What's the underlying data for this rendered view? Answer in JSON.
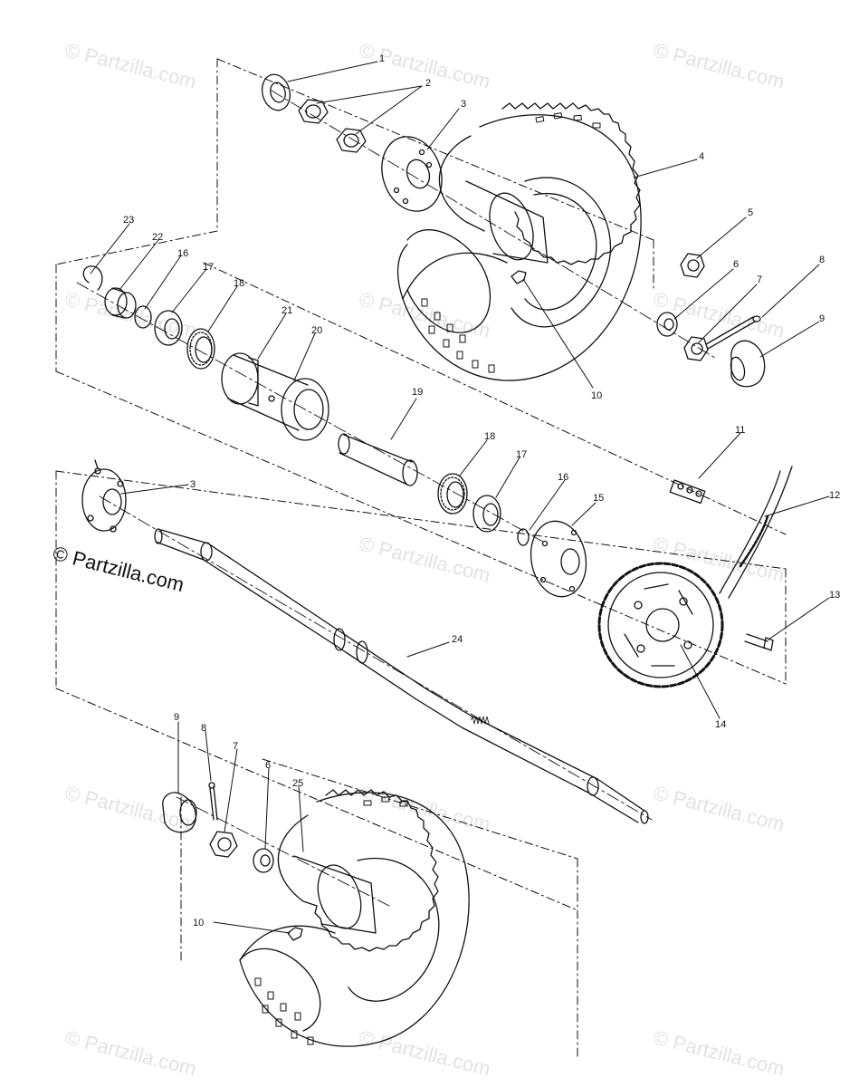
{
  "diagram": {
    "watermark_text": "© Partzilla.com",
    "colors": {
      "line": "#111111",
      "watermark": "#e2e2e2",
      "background": "#ffffff"
    },
    "callouts": [
      {
        "id": "c1",
        "label": "1"
      },
      {
        "id": "c2",
        "label": "2"
      },
      {
        "id": "c3a",
        "label": "3"
      },
      {
        "id": "c4",
        "label": "4"
      },
      {
        "id": "c5",
        "label": "5"
      },
      {
        "id": "c6a",
        "label": "6"
      },
      {
        "id": "c7a",
        "label": "7"
      },
      {
        "id": "c8a",
        "label": "8"
      },
      {
        "id": "c9a",
        "label": "9"
      },
      {
        "id": "c10a",
        "label": "10"
      },
      {
        "id": "c11",
        "label": "11"
      },
      {
        "id": "c12",
        "label": "12"
      },
      {
        "id": "c13",
        "label": "13"
      },
      {
        "id": "c14",
        "label": "14"
      },
      {
        "id": "c15",
        "label": "15"
      },
      {
        "id": "c16a",
        "label": "16"
      },
      {
        "id": "c17a",
        "label": "17"
      },
      {
        "id": "c18a",
        "label": "18"
      },
      {
        "id": "c19",
        "label": "19"
      },
      {
        "id": "c20",
        "label": "20"
      },
      {
        "id": "c21",
        "label": "21"
      },
      {
        "id": "c22",
        "label": "22"
      },
      {
        "id": "c23",
        "label": "23"
      },
      {
        "id": "c16b",
        "label": "16"
      },
      {
        "id": "c17b",
        "label": "17"
      },
      {
        "id": "c18b",
        "label": "18"
      },
      {
        "id": "c3b",
        "label": "3"
      },
      {
        "id": "c24",
        "label": "24"
      },
      {
        "id": "c9b",
        "label": "9"
      },
      {
        "id": "c8b",
        "label": "8"
      },
      {
        "id": "c7b",
        "label": "7"
      },
      {
        "id": "c6b",
        "label": "6"
      },
      {
        "id": "c25",
        "label": "25"
      },
      {
        "id": "c10b",
        "label": "10"
      }
    ]
  }
}
